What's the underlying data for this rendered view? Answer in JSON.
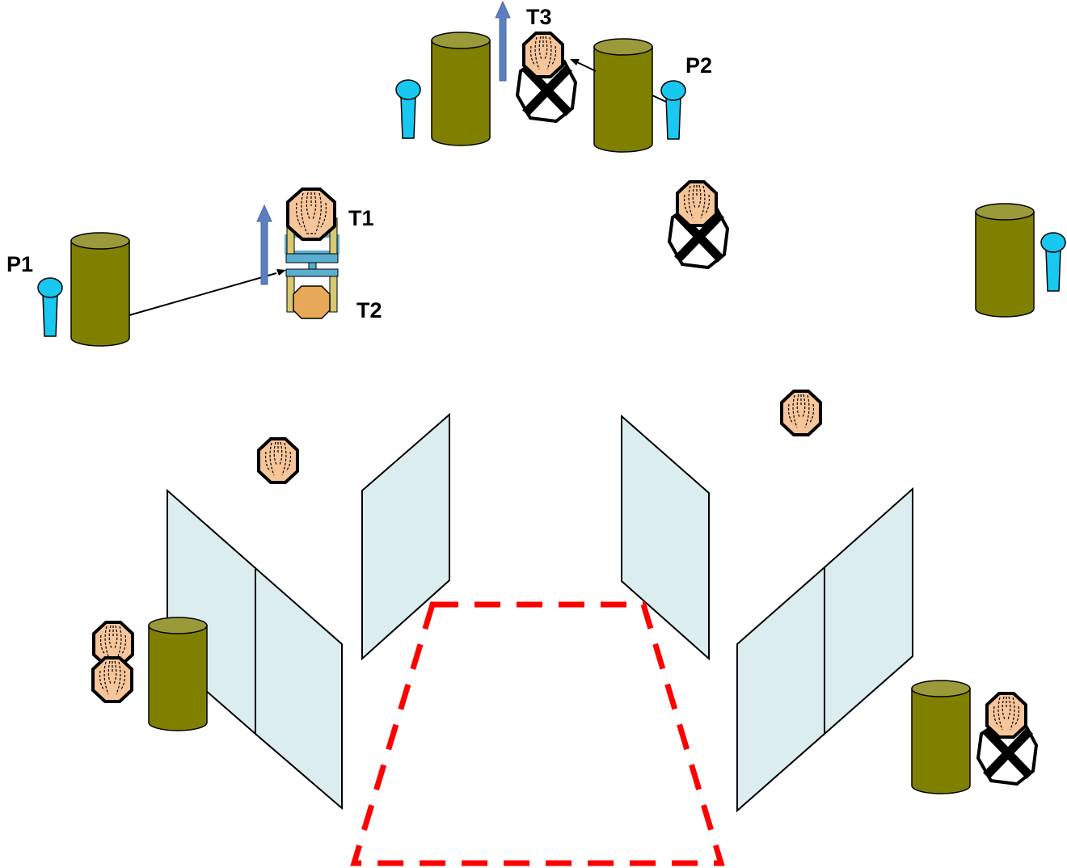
{
  "labels": {
    "p1": "P1",
    "p2": "P2",
    "t1": "T1",
    "t2": "T2",
    "t3": "T3"
  },
  "colors": {
    "cylinder_body": "#808000",
    "cylinder_top": "#9a9a3a",
    "pin": "#19c8f0",
    "panel_fill": "#dcedf0",
    "zone_dash": "#ff0000",
    "head_fill": "#f6c59a",
    "arrow_up": "#5b7fbf",
    "robot_frame": "#5aaed0",
    "robot_block": "#e8a85a",
    "x_mark": "#000000"
  },
  "icons": {
    "cylinder": "cylinder-icon",
    "pin": "pin-icon",
    "head": "person-head-icon",
    "cancelled_person": "crossed-out-person-icon",
    "arrow": "up-arrow-icon",
    "robot": "robot-icon"
  }
}
